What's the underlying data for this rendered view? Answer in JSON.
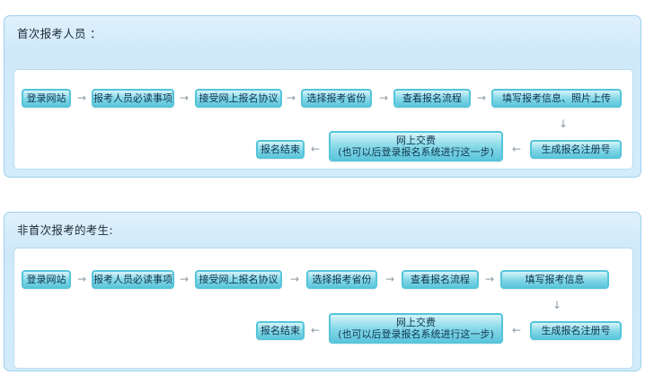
{
  "panels": [
    {
      "title": "首次报考人员 ：",
      "row1": [
        "登录网站",
        "报考人员必读事项",
        "接受网上报名协议",
        "选择报考省份",
        "查看报名流程",
        "填写报考信息、照片上传"
      ],
      "row2": {
        "end": "报名结束",
        "pay_line1": "网上交费",
        "pay_line2": "(也可以后登录报名系统进行这一步)",
        "register": "生成报名注册号"
      }
    },
    {
      "title": "非首次报考的考生:",
      "row1": [
        "登录网站",
        "报考人员必读事项",
        "接受网上报名协议",
        "选择报考省份",
        "查看报名流程",
        "填写报考信息"
      ],
      "row2": {
        "end": "报名结束",
        "pay_line1": "网上交费",
        "pay_line2": "(也可以后登录报名系统进行这一步)",
        "register": "生成报名注册号"
      }
    }
  ],
  "arrows": {
    "right": "→",
    "left": "←",
    "down": "↓"
  }
}
